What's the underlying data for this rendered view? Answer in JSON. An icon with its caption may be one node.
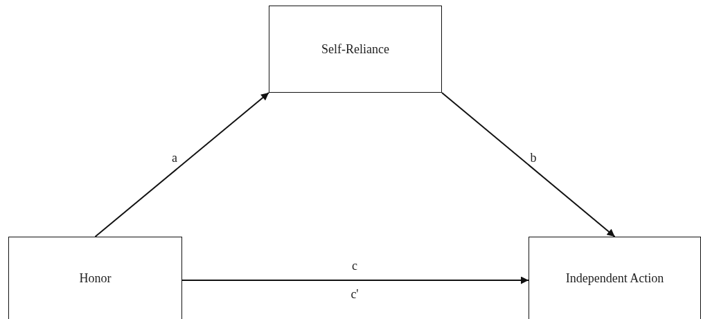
{
  "diagram": {
    "nodes": [
      {
        "text": [
          "Self-Reliance"
        ]
      },
      {
        "text": [
          "Honor"
        ]
      },
      {
        "text": [
          "Independent Action"
        ]
      }
    ],
    "edges": [
      {
        "from": 1,
        "to": 0,
        "arrow": "to",
        "label": "a"
      },
      {
        "from": 0,
        "to": 2,
        "arrow": "to",
        "label": "b"
      },
      {
        "from": 1,
        "to": 2,
        "arrow": "to",
        "label": "c"
      }
    ],
    "labels": [
      "c'"
    ]
  }
}
